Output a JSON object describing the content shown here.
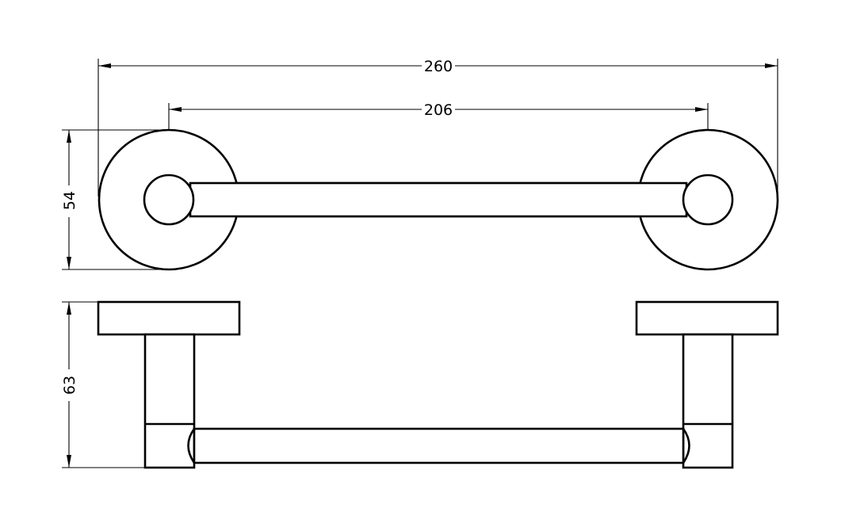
{
  "drawing": {
    "line_color": "#000000",
    "background": "#ffffff",
    "dimensions": {
      "overall_length": "260",
      "center_distance": "206",
      "rosette_diameter": "54",
      "projection": "63"
    }
  }
}
